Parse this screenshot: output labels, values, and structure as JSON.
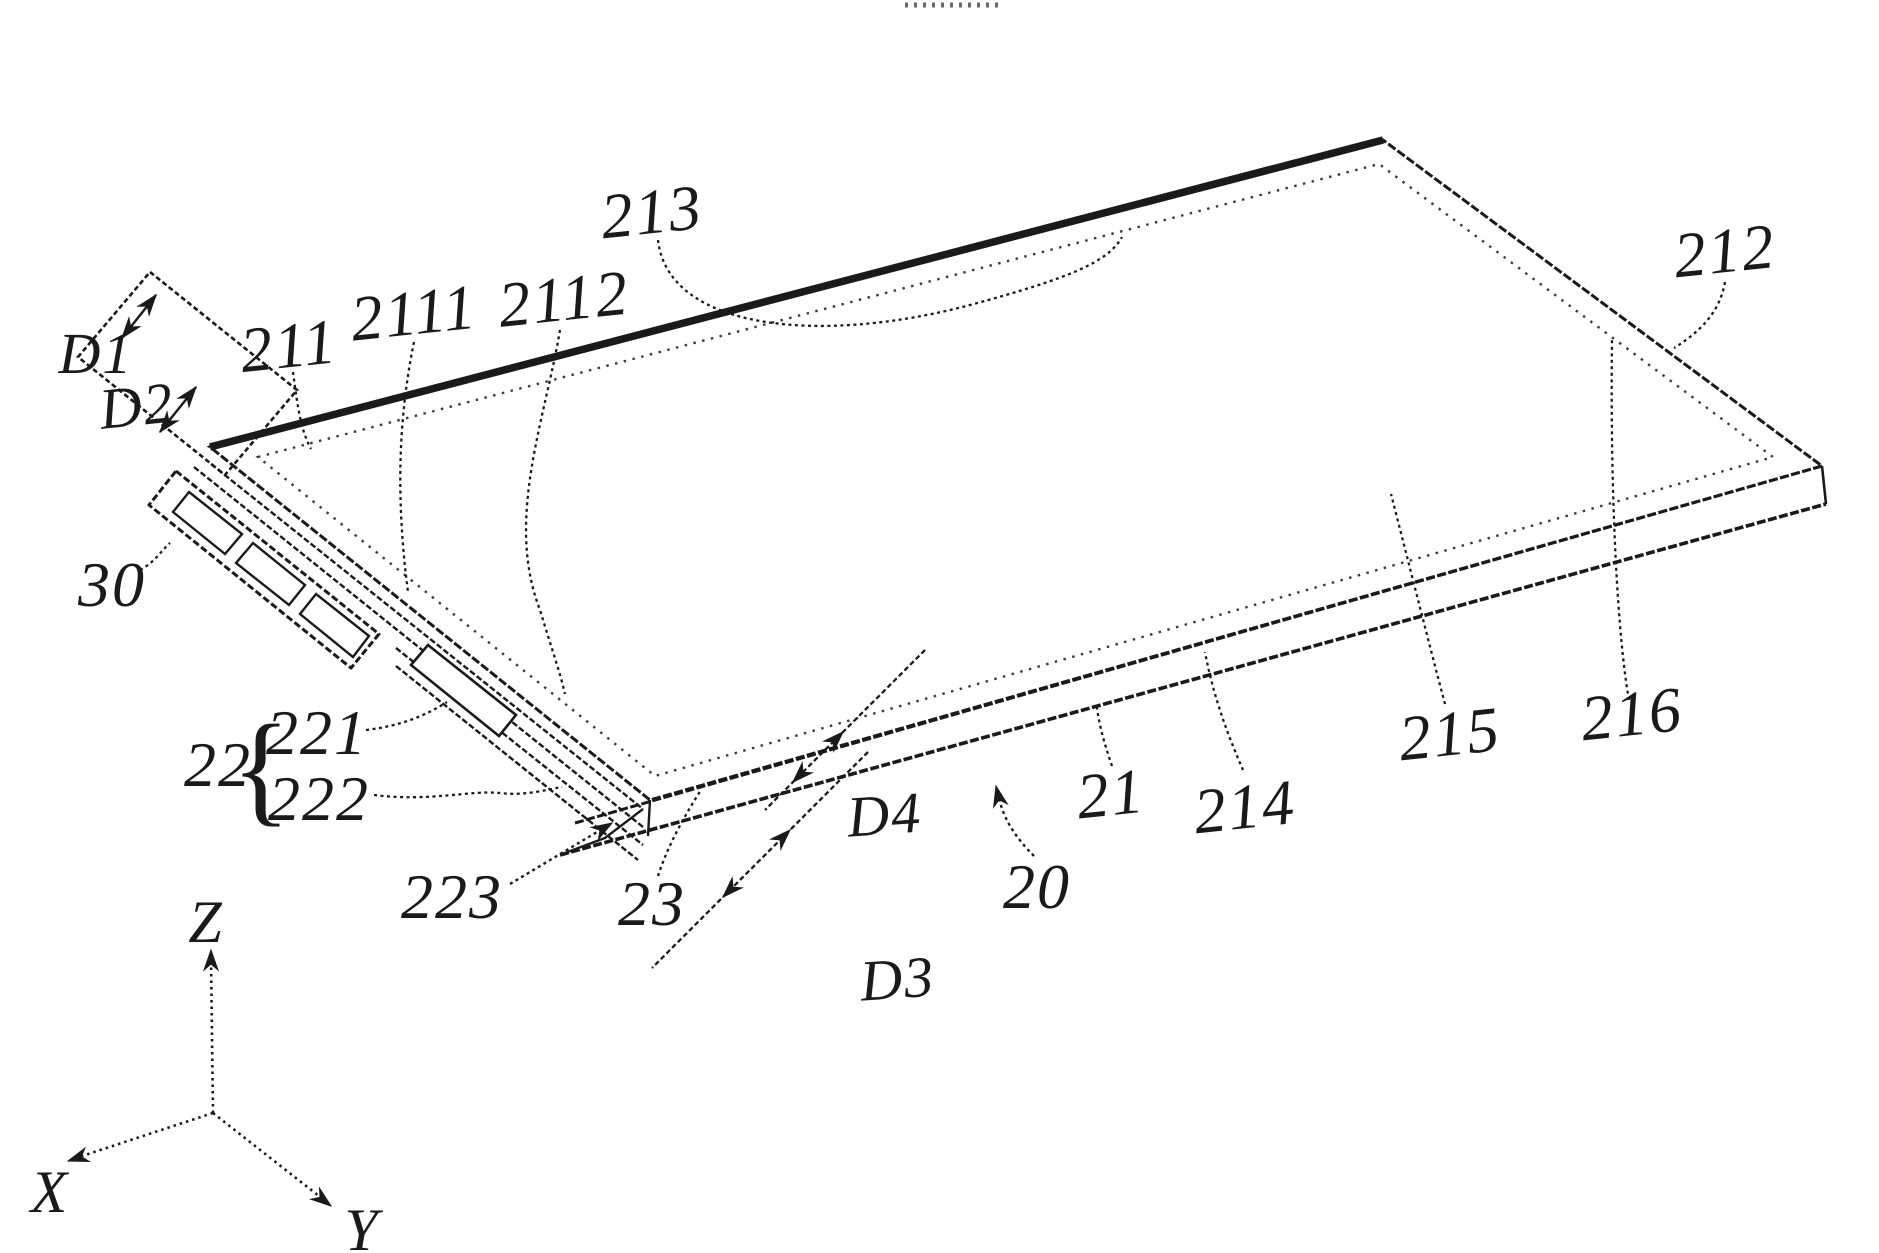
{
  "page": {
    "background": "#ffffff",
    "ink": "#1a1a1a"
  },
  "figure": {
    "reference_labels": {
      "n20": "20",
      "n21": "21",
      "n22": "22",
      "n23": "23",
      "n30": "30",
      "n211": "211",
      "n212": "212",
      "n213": "213",
      "n214": "214",
      "n215": "215",
      "n216": "216",
      "n221": "221",
      "n222": "222",
      "n223": "223",
      "n2111": "2111",
      "n2112": "2112",
      "d1": "D1",
      "d2": "D2",
      "d3": "D3",
      "d4": "D4",
      "brace": "{"
    },
    "axes": {
      "x": "X",
      "y": "Y",
      "z": "Z"
    }
  }
}
